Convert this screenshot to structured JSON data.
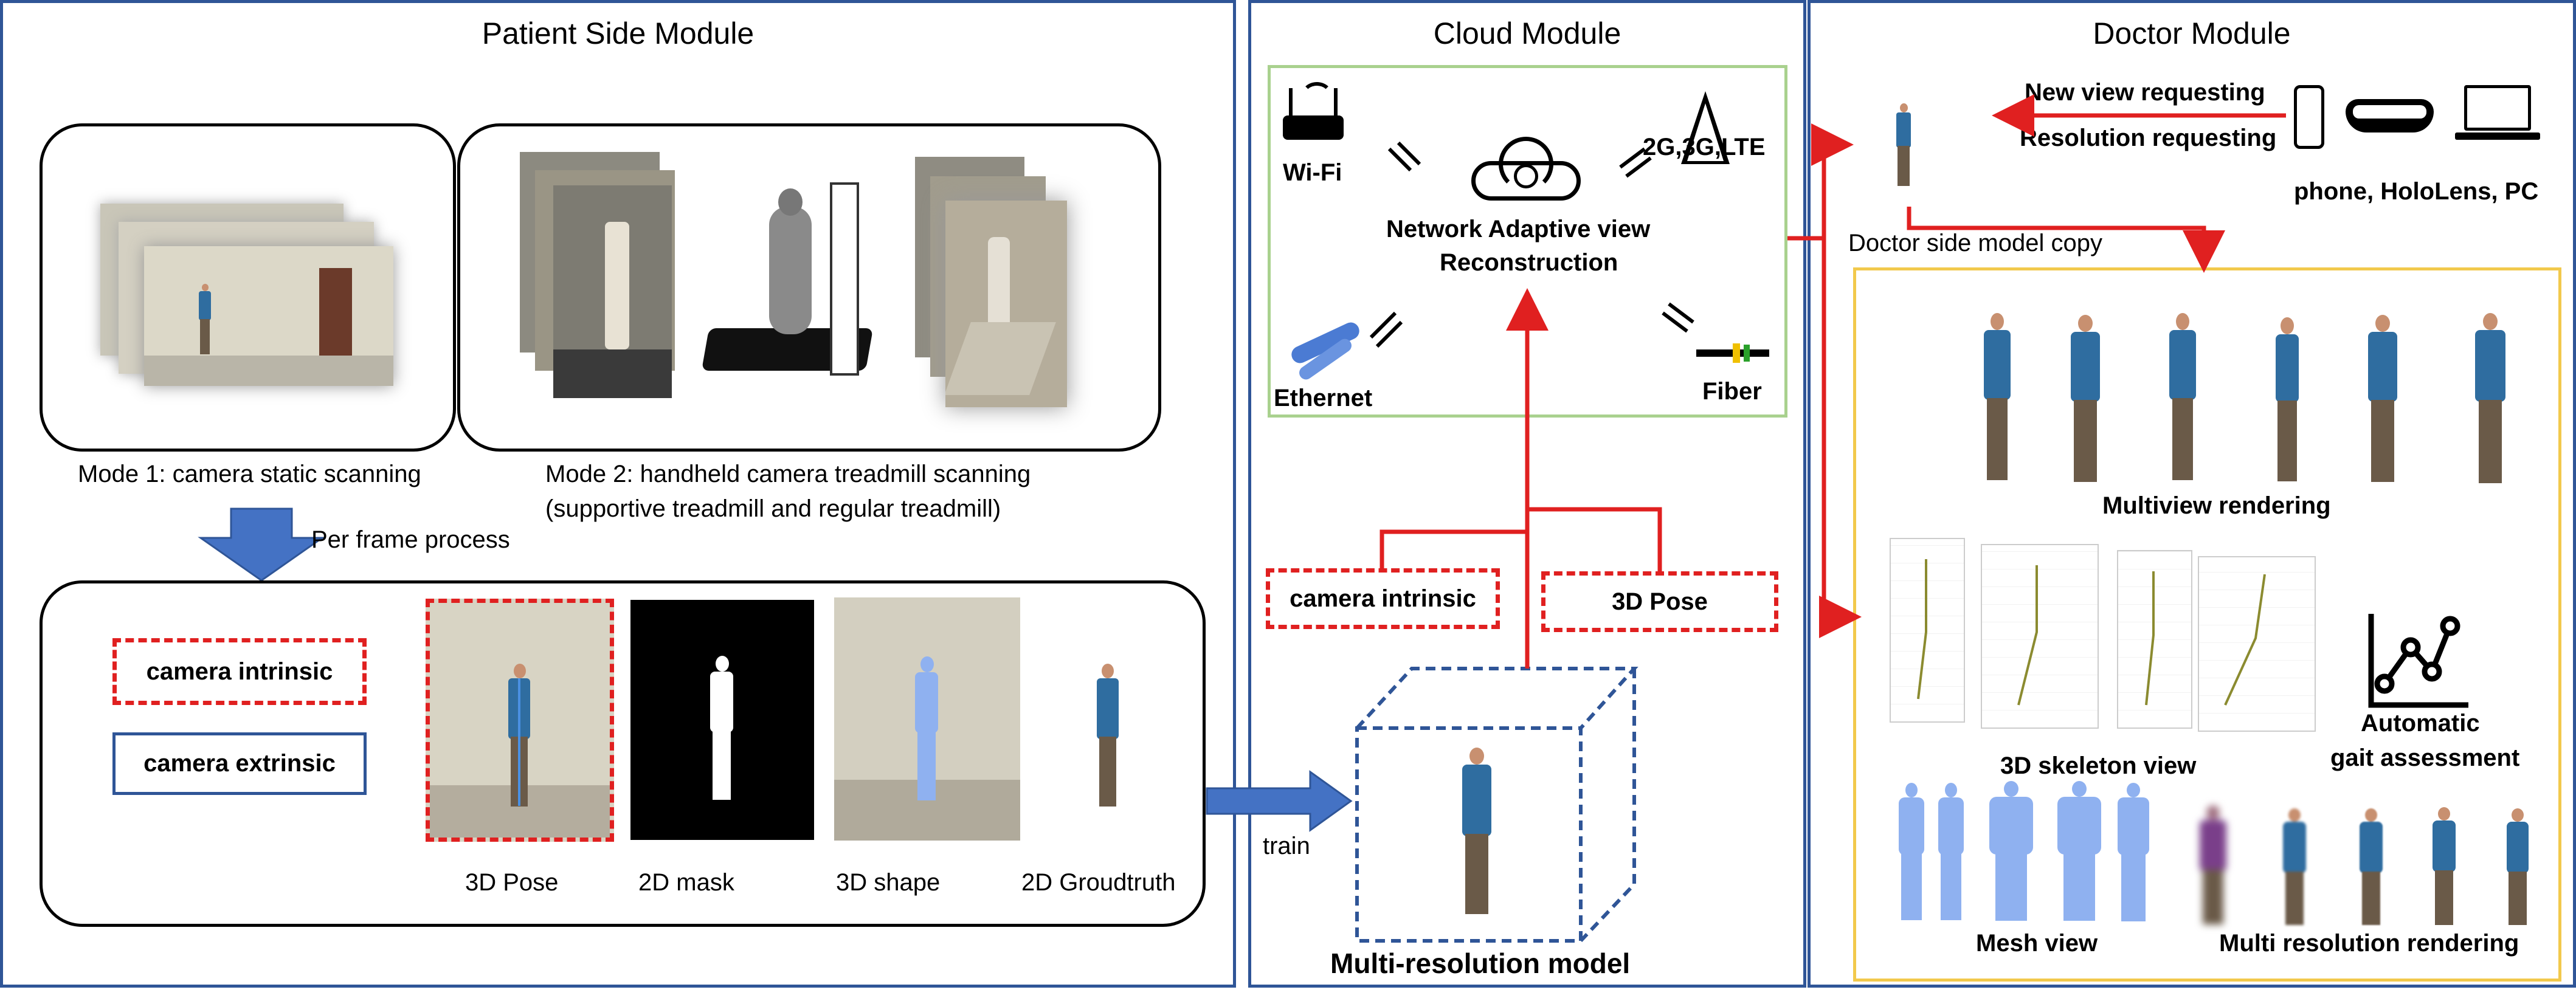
{
  "patient": {
    "title": "Patient Side Module",
    "mode1_label": "Mode 1: camera static scanning",
    "mode2_label_line1": "Mode 2: handheld camera  treadmill scanning",
    "mode2_label_line2": "(supportive treadmill and regular treadmill)",
    "per_frame": "Per frame process",
    "camera_intrinsic": "camera intrinsic",
    "camera_extrinsic": "camera extrinsic",
    "thumbs": [
      "3D Pose",
      "2D mask",
      "3D shape",
      "2D Groudtruth"
    ],
    "train": "train"
  },
  "cloud": {
    "title": "Cloud Module",
    "wifi": "Wi-Fi",
    "cellular": "2G,3G,LTE",
    "center_line1": "Network Adaptive view",
    "center_line2": "Reconstruction",
    "ethernet": "Ethernet",
    "fiber": "Fiber",
    "camera_intrinsic": "camera intrinsic",
    "pose": "3D Pose",
    "model": "Multi-resolution model"
  },
  "doctor": {
    "title": "Doctor Module",
    "new_view": "New view requesting",
    "resolution": "Resolution requesting",
    "devices": "phone, HoloLens, PC",
    "model_copy": "Doctor side model copy",
    "multiview": "Multiview rendering",
    "skeleton": "3D skeleton view",
    "gait_line1": "Automatic",
    "gait_line2": "gait assessment",
    "mesh": "Mesh view",
    "multires": "Multi resolution rendering"
  },
  "colors": {
    "panel_border": "#2f5597",
    "arrow_red": "#e02020",
    "arrow_blue": "#4472c4",
    "inner_yellow": "#f2c94c",
    "inner_green": "#a9d18e"
  }
}
